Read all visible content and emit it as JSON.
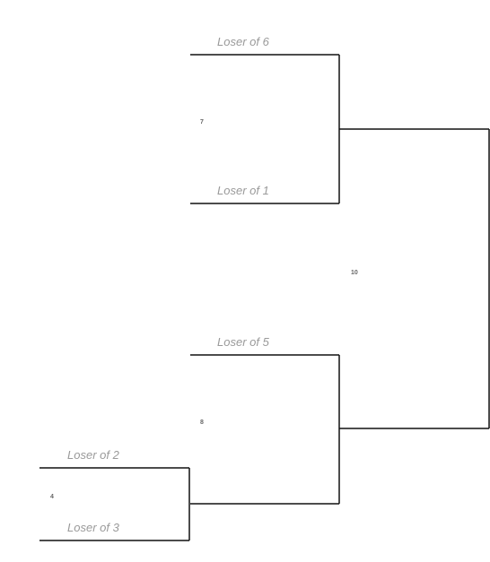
{
  "bracket": {
    "matches": {
      "m7": {
        "number": "7",
        "top_slot": "Loser of 6",
        "bottom_slot": "Loser of 1"
      },
      "m8": {
        "number": "8",
        "top_slot": "Loser of 5"
      },
      "m4": {
        "number": "4",
        "top_slot": "Loser of 2",
        "bottom_slot": "Loser of 3"
      },
      "m10": {
        "number": "10"
      }
    },
    "colors": {
      "line": "#111111",
      "label": "#9a9a9a",
      "match_number": "#666666",
      "background": "#ffffff"
    }
  }
}
